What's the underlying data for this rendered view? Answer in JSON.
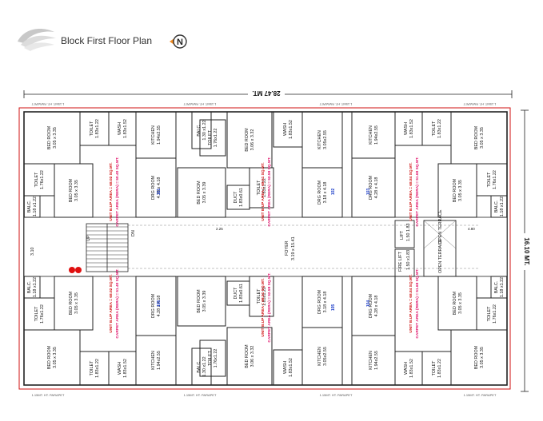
{
  "header": {
    "title": "Block First Floor Plan",
    "north_label": "N",
    "logo_icon": "swoosh-logo-icon",
    "north_icon": "north-arrow-icon"
  },
  "dimensions": {
    "width": "28.47 MT.",
    "height": "16.10 MT."
  },
  "colors": {
    "wall": "#222222",
    "boundary": "#d01010",
    "unit_area": "#e0106a",
    "unit_number": "#1a3cc8"
  },
  "units": [
    {
      "id": "u101",
      "number": "101",
      "area": "UNIT B.UP AREA = 68.02 SQ.MT.",
      "carpet": "CARPET AREA (RERA) = 50.40 SQ.MT.",
      "orient": "rot-left"
    },
    {
      "id": "u102",
      "number": "102",
      "area": "UNIT B.UP AREA = 68.51 SQ.MT.",
      "carpet": "CARPET AREA (RERA) = 52.59 SQ.MT.",
      "orient": "rot-left"
    },
    {
      "id": "u103",
      "number": "103",
      "area": "UNIT B.UP AREA = 68.84 SQ.MT.",
      "carpet": "CARPET AREA (RERA) = 51.68 SQ.MT.",
      "orient": "rot-left"
    },
    {
      "id": "u104",
      "number": "104",
      "area": "UNIT B.UP AREA = 68.84 SQ.MT.",
      "carpet": "CARPET AREA (RERA) = 51.68 SQ.MT.",
      "orient": "rot-left"
    },
    {
      "id": "u105",
      "number": "105",
      "area": "UNIT B.UP AREA = 68.51 SQ.MT.",
      "carpet": "CARPET AREA (RERA) = 52.59 SQ.MT.",
      "orient": "rot-left"
    },
    {
      "id": "u106",
      "number": "106",
      "area": "UNIT B.UP AREA = 68.02 SQ.MT.",
      "carpet": "CARPET AREA (RERA) = 51.40 SQ.MT.",
      "orient": "rot-left"
    }
  ],
  "rooms": {
    "bed_room_a": "BED ROOM",
    "bed_room_a_size": "3.05 x 3.35",
    "bed_room_b_size": "3.06 x 3.32",
    "bed_room_c_size": "3.05 x 3.39",
    "drg_room": "DRG ROOM",
    "drg_room_size_a": "4.28 x 4.18",
    "drg_room_size_b": "3.18 x 4.18",
    "kitchen": "KITCHEN",
    "kitchen_size_a": "1.94x2.55",
    "kitchen_size_b": "3.05x2.55",
    "toilet": "TOILET",
    "toilet_size_a": "1.83x1.22",
    "toilet_size_b": "1.76x1.22",
    "wash": "WASH",
    "wash_size": "1.83x1.52",
    "balc": "BALC.",
    "balc_size_a": "1.18 x1.22",
    "balc_size_b": "1.30 x1.22",
    "duct": "DUCT",
    "duct_size": "1.83x0.61",
    "lift": "LIFT",
    "lift_size": "1.50 1.83",
    "fire_lift": "FIRE LIFT",
    "fire_lift_size": "1.50 x1.83",
    "open_terrace": "OPEN TERRACE",
    "foyer": "FOYER",
    "foyer_size": "3.19 x 15.41",
    "up": "UP",
    "dn": "DN",
    "passage_width_a": "2.25",
    "passage_width_b": "4.80",
    "stair_dim": "3.10",
    "parapet": "1.15MT. HT. PARAPET"
  }
}
